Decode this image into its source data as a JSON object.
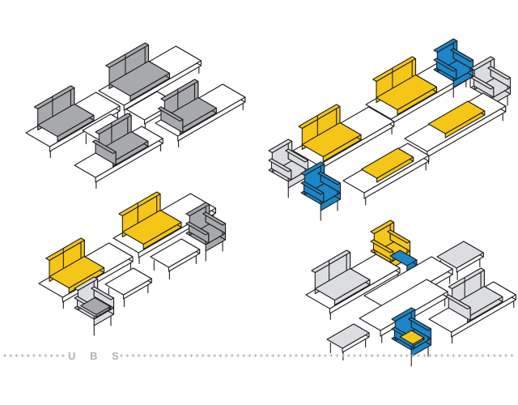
{
  "footer": {
    "brand_letters": [
      "U",
      "B",
      "S"
    ]
  },
  "colors": {
    "outline": "#1e1e1e",
    "surface_white": "#ffffff",
    "upholstery_grey": "#a7a9ac",
    "upholstery_light_grey": "#dcdde0",
    "upholstery_yellow": "#f5c518",
    "upholstery_blue": "#1c86c8",
    "footer_pattern": "#b3b3b3"
  },
  "arrangements": [
    {
      "name": "grey-lounge-set"
    },
    {
      "name": "yellow-blue-set"
    },
    {
      "name": "yellow-grey-set"
    },
    {
      "name": "mixed-set"
    }
  ]
}
